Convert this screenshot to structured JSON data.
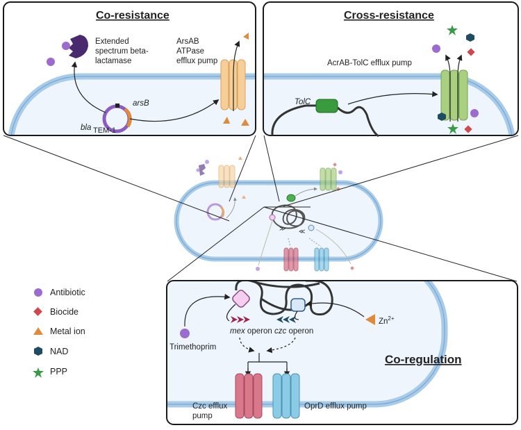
{
  "panels": {
    "co_resistance": {
      "title": "Co-resistance",
      "esbl_label": [
        "Extended",
        "spectrum beta-",
        "lactamase"
      ],
      "pump_label": [
        "ArsAB",
        "ATPase",
        "efflux pump"
      ],
      "gene_arsB": "arsB",
      "gene_bla": "bla",
      "gene_bla_sub": "TEM-1"
    },
    "cross_resistance": {
      "title": "Cross-resistance",
      "pump_label": "AcrAB-TolC efflux pump",
      "gene_tolC": "TolC"
    },
    "co_regulation": {
      "title": "Co-regulation",
      "mex_gene": "mex",
      "mex_suffix": " operon",
      "czc_gene": "czc",
      "czc_suffix": " operon",
      "trimethoprim": "Trimethoprim",
      "zn_label": "Zn",
      "zn_sup": "2+",
      "czc_pump": [
        "Czc efflux",
        "pump"
      ],
      "oprd_pump": "OprD efflux pump"
    }
  },
  "legend": [
    {
      "label": "Antibiotic",
      "shape": "circle",
      "color": "#9b6bd0"
    },
    {
      "label": "Biocide",
      "shape": "diamond",
      "color": "#d0484c"
    },
    {
      "label": "Metal ion",
      "shape": "triangle",
      "color": "#e08a3c"
    },
    {
      "label": "NAD",
      "shape": "hexagon",
      "color": "#1f4c62"
    },
    {
      "label": "PPP",
      "shape": "star",
      "color": "#3a9a4a"
    }
  ],
  "colors": {
    "membrane": "#a7cbe8",
    "cytoplasm": "#eef5fc",
    "ars_pump": "#f6cf98",
    "acr_pump": "#a9cf80",
    "czc_pump": "#d9788a",
    "oprd_pump": "#8ccbe6",
    "plasmid": "#8a5cc0",
    "esbl": "#4a2a6e"
  }
}
